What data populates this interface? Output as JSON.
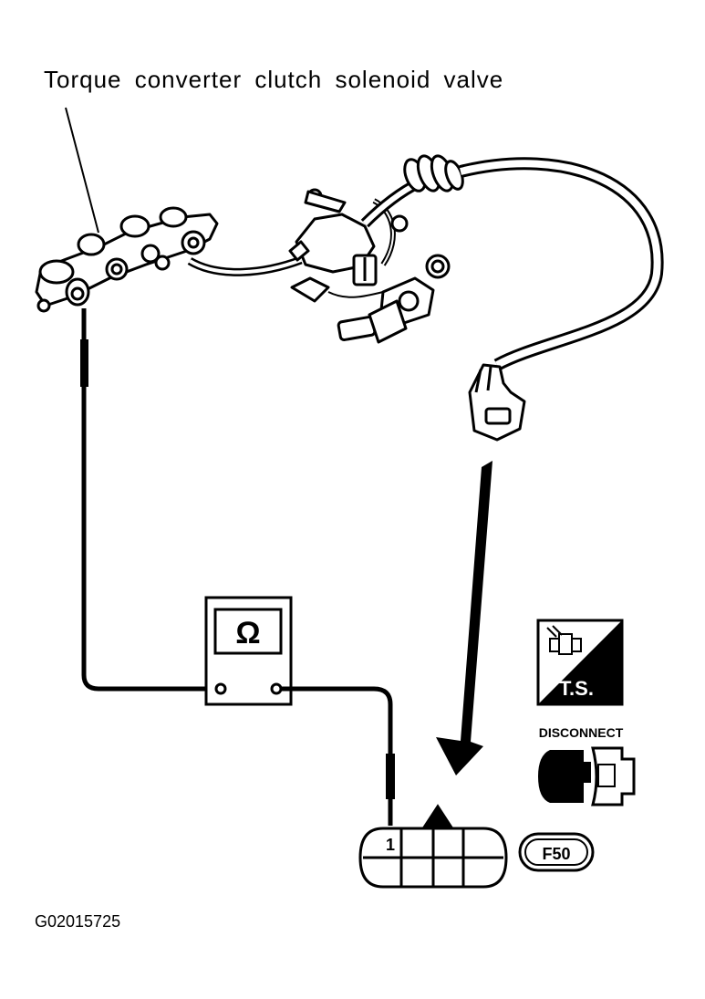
{
  "labels": {
    "component": "Torque converter clutch solenoid valve",
    "figure_id": "G02015725",
    "meter_symbol": "Ω",
    "pin_number": "1",
    "ts_badge": "T.S.",
    "disconnect": "DISCONNECT",
    "connector_id": "F50"
  },
  "icons": {
    "meter": "ohmmeter-icon",
    "ts": "terminal-side-icon",
    "disconnect": "disconnect-connector-icon",
    "arrow": "pointer-arrow-icon"
  }
}
